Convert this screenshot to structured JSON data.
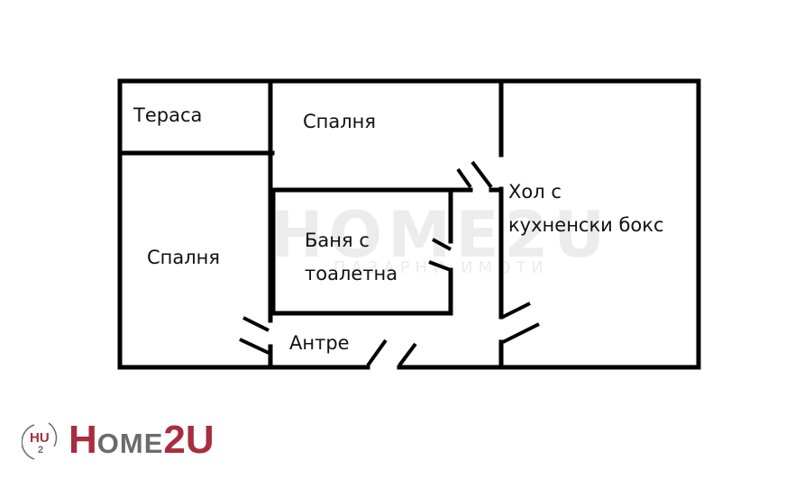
{
  "floorplan": {
    "rooms": [
      {
        "id": "terrace",
        "label": "Тераса"
      },
      {
        "id": "bedroom-top",
        "label": "Спалня"
      },
      {
        "id": "bedroom-left",
        "label": "Спалня"
      },
      {
        "id": "bathroom",
        "label_line1": "Баня с",
        "label_line2": "тоалетна"
      },
      {
        "id": "living",
        "label_line1": "Хол с",
        "label_line2": "кухненски бокс"
      },
      {
        "id": "entrance",
        "label": "Антре"
      }
    ],
    "wall_color": "#000000"
  },
  "watermark": {
    "brand": "HOME2U",
    "tagline": "ПАЗАРНИ ИМОТИ"
  },
  "logo": {
    "badge_top": "HU",
    "badge_sub": "2",
    "word_h": "H",
    "word_ome": "OME",
    "word_2u": "2U",
    "accent_color": "#a62e3f",
    "secondary_color": "#6b6b6b"
  }
}
